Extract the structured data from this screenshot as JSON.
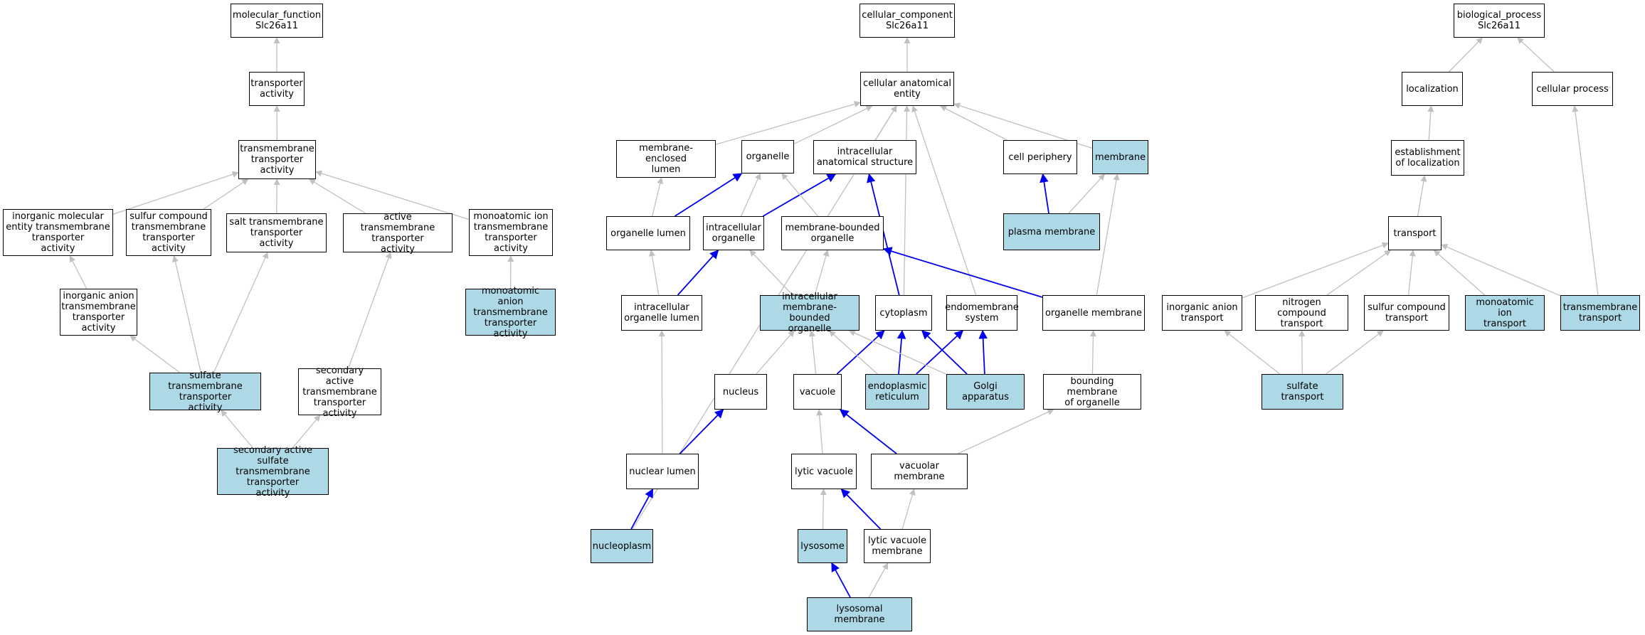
{
  "colors": {
    "highlight": "#add8e6",
    "edge_gray": "#c0c0c0",
    "edge_blue": "#0000ee",
    "border": "#000000"
  },
  "nodes": {
    "mf_root": {
      "label": "molecular_function\nSlc26a11",
      "hl": false
    },
    "transporter_activity": {
      "label": "transporter\nactivity",
      "hl": false
    },
    "transmembrane_transporter_activity": {
      "label": "transmembrane\ntransporter\nactivity",
      "hl": false
    },
    "inorganic_molecular_entity_tt": {
      "label": "inorganic molecular\nentity transmembrane\ntransporter\nactivity",
      "hl": false
    },
    "sulfur_compound_tt": {
      "label": "sulfur compound\ntransmembrane\ntransporter\nactivity",
      "hl": false
    },
    "salt_tt": {
      "label": "salt transmembrane\ntransporter\nactivity",
      "hl": false
    },
    "active_tt": {
      "label": "active transmembrane\ntransporter\nactivity",
      "hl": false
    },
    "monoatomic_ion_tt": {
      "label": "monoatomic ion\ntransmembrane\ntransporter\nactivity",
      "hl": false
    },
    "inorganic_anion_tt": {
      "label": "inorganic anion\ntransmembrane\ntransporter\nactivity",
      "hl": false
    },
    "monoatomic_anion_tt": {
      "label": "monoatomic anion\ntransmembrane\ntransporter\nactivity",
      "hl": true
    },
    "sulfate_tt": {
      "label": "sulfate transmembrane\ntransporter\nactivity",
      "hl": true
    },
    "secondary_active_tt": {
      "label": "secondary active\ntransmembrane\ntransporter\nactivity",
      "hl": false
    },
    "secondary_active_sulfate_tt": {
      "label": "secondary active\nsulfate transmembrane\ntransporter\nactivity",
      "hl": true
    },
    "cc_root": {
      "label": "cellular_component\nSlc26a11",
      "hl": false
    },
    "cellular_anatomical_entity": {
      "label": "cellular anatomical\nentity",
      "hl": false
    },
    "membrane_enclosed_lumen": {
      "label": "membrane-enclosed\nlumen",
      "hl": false
    },
    "organelle": {
      "label": "organelle",
      "hl": false
    },
    "intracellular_anatomical_structure": {
      "label": "intracellular\nanatomical structure",
      "hl": false
    },
    "cell_periphery": {
      "label": "cell periphery",
      "hl": false
    },
    "membrane": {
      "label": "membrane",
      "hl": true
    },
    "organelle_lumen": {
      "label": "organelle lumen",
      "hl": false
    },
    "intracellular_organelle": {
      "label": "intracellular\norganelle",
      "hl": false
    },
    "membrane_bounded_organelle": {
      "label": "membrane-bounded\norganelle",
      "hl": false
    },
    "plasma_membrane": {
      "label": "plasma membrane",
      "hl": true
    },
    "intracellular_organelle_lumen": {
      "label": "intracellular\norganelle lumen",
      "hl": false
    },
    "intracellular_mb_organelle": {
      "label": "intracellular\nmembrane-bounded\norganelle",
      "hl": true
    },
    "cytoplasm": {
      "label": "cytoplasm",
      "hl": false
    },
    "endomembrane_system": {
      "label": "endomembrane\nsystem",
      "hl": false
    },
    "organelle_membrane": {
      "label": "organelle membrane",
      "hl": false
    },
    "nucleus": {
      "label": "nucleus",
      "hl": false
    },
    "vacuole": {
      "label": "vacuole",
      "hl": false
    },
    "endoplasmic_reticulum": {
      "label": "endoplasmic\nreticulum",
      "hl": true
    },
    "golgi_apparatus": {
      "label": "Golgi apparatus",
      "hl": true
    },
    "bounding_membrane_of_organelle": {
      "label": "bounding membrane\nof organelle",
      "hl": false
    },
    "nuclear_lumen": {
      "label": "nuclear lumen",
      "hl": false
    },
    "lytic_vacuole": {
      "label": "lytic vacuole",
      "hl": false
    },
    "vacuolar_membrane": {
      "label": "vacuolar membrane",
      "hl": false
    },
    "nucleoplasm": {
      "label": "nucleoplasm",
      "hl": true
    },
    "lysosome": {
      "label": "lysosome",
      "hl": true
    },
    "lytic_vacuole_membrane": {
      "label": "lytic vacuole\nmembrane",
      "hl": false
    },
    "lysosomal_membrane": {
      "label": "lysosomal membrane",
      "hl": true
    },
    "bp_root": {
      "label": "biological_process\nSlc26a11",
      "hl": false
    },
    "localization": {
      "label": "localization",
      "hl": false
    },
    "cellular_process": {
      "label": "cellular process",
      "hl": false
    },
    "establishment_of_localization": {
      "label": "establishment\nof localization",
      "hl": false
    },
    "transport": {
      "label": "transport",
      "hl": false
    },
    "inorganic_anion_transport": {
      "label": "inorganic anion\ntransport",
      "hl": false
    },
    "nitrogen_compound_transport": {
      "label": "nitrogen compound\ntransport",
      "hl": false
    },
    "sulfur_compound_transport": {
      "label": "sulfur compound\ntransport",
      "hl": false
    },
    "monoatomic_ion_transport": {
      "label": "monoatomic ion\ntransport",
      "hl": true
    },
    "transmembrane_transport": {
      "label": "transmembrane\ntransport",
      "hl": true
    },
    "sulfate_transport": {
      "label": "sulfate transport",
      "hl": true
    }
  },
  "edges": [
    {
      "from": "transporter_activity",
      "to": "mf_root",
      "type": "is_a"
    },
    {
      "from": "transmembrane_transporter_activity",
      "to": "transporter_activity",
      "type": "is_a"
    },
    {
      "from": "inorganic_molecular_entity_tt",
      "to": "transmembrane_transporter_activity",
      "type": "is_a"
    },
    {
      "from": "sulfur_compound_tt",
      "to": "transmembrane_transporter_activity",
      "type": "is_a"
    },
    {
      "from": "salt_tt",
      "to": "transmembrane_transporter_activity",
      "type": "is_a"
    },
    {
      "from": "active_tt",
      "to": "transmembrane_transporter_activity",
      "type": "is_a"
    },
    {
      "from": "monoatomic_ion_tt",
      "to": "transmembrane_transporter_activity",
      "type": "is_a"
    },
    {
      "from": "inorganic_anion_tt",
      "to": "inorganic_molecular_entity_tt",
      "type": "is_a"
    },
    {
      "from": "monoatomic_anion_tt",
      "to": "monoatomic_ion_tt",
      "type": "is_a"
    },
    {
      "from": "sulfate_tt",
      "to": "inorganic_anion_tt",
      "type": "is_a"
    },
    {
      "from": "sulfate_tt",
      "to": "sulfur_compound_tt",
      "type": "is_a"
    },
    {
      "from": "sulfate_tt",
      "to": "salt_tt",
      "type": "is_a"
    },
    {
      "from": "secondary_active_tt",
      "to": "active_tt",
      "type": "is_a"
    },
    {
      "from": "secondary_active_sulfate_tt",
      "to": "sulfate_tt",
      "type": "is_a"
    },
    {
      "from": "secondary_active_sulfate_tt",
      "to": "secondary_active_tt",
      "type": "is_a"
    },
    {
      "from": "cellular_anatomical_entity",
      "to": "cc_root",
      "type": "is_a"
    },
    {
      "from": "membrane_enclosed_lumen",
      "to": "cellular_anatomical_entity",
      "type": "is_a"
    },
    {
      "from": "organelle",
      "to": "cellular_anatomical_entity",
      "type": "is_a"
    },
    {
      "from": "intracellular_anatomical_structure",
      "to": "cellular_anatomical_entity",
      "type": "is_a"
    },
    {
      "from": "cell_periphery",
      "to": "cellular_anatomical_entity",
      "type": "is_a"
    },
    {
      "from": "membrane",
      "to": "cellular_anatomical_entity",
      "type": "is_a"
    },
    {
      "from": "nucleoplasm",
      "to": "cellular_anatomical_entity",
      "type": "is_a"
    },
    {
      "from": "cytoplasm",
      "to": "cellular_anatomical_entity",
      "type": "is_a"
    },
    {
      "from": "endomembrane_system",
      "to": "cellular_anatomical_entity",
      "type": "is_a"
    },
    {
      "from": "organelle_lumen",
      "to": "membrane_enclosed_lumen",
      "type": "is_a"
    },
    {
      "from": "organelle_lumen",
      "to": "organelle",
      "type": "part_of"
    },
    {
      "from": "intracellular_organelle",
      "to": "organelle",
      "type": "is_a"
    },
    {
      "from": "intracellular_organelle",
      "to": "intracellular_anatomical_structure",
      "type": "part_of"
    },
    {
      "from": "membrane_bounded_organelle",
      "to": "organelle",
      "type": "is_a"
    },
    {
      "from": "plasma_membrane",
      "to": "cell_periphery",
      "type": "part_of"
    },
    {
      "from": "plasma_membrane",
      "to": "membrane",
      "type": "is_a"
    },
    {
      "from": "intracellular_organelle_lumen",
      "to": "organelle_lumen",
      "type": "is_a"
    },
    {
      "from": "intracellular_organelle_lumen",
      "to": "intracellular_organelle",
      "type": "part_of"
    },
    {
      "from": "intracellular_mb_organelle",
      "to": "intracellular_organelle",
      "type": "is_a"
    },
    {
      "from": "intracellular_mb_organelle",
      "to": "membrane_bounded_organelle",
      "type": "is_a"
    },
    {
      "from": "cytoplasm",
      "to": "intracellular_anatomical_structure",
      "type": "part_of"
    },
    {
      "from": "organelle_membrane",
      "to": "membrane_bounded_organelle",
      "type": "part_of"
    },
    {
      "from": "organelle_membrane",
      "to": "membrane",
      "type": "is_a"
    },
    {
      "from": "nucleus",
      "to": "intracellular_mb_organelle",
      "type": "is_a"
    },
    {
      "from": "vacuole",
      "to": "intracellular_mb_organelle",
      "type": "is_a"
    },
    {
      "from": "vacuole",
      "to": "cytoplasm",
      "type": "part_of"
    },
    {
      "from": "endoplasmic_reticulum",
      "to": "intracellular_mb_organelle",
      "type": "is_a"
    },
    {
      "from": "endoplasmic_reticulum",
      "to": "cytoplasm",
      "type": "part_of"
    },
    {
      "from": "endoplasmic_reticulum",
      "to": "endomembrane_system",
      "type": "part_of"
    },
    {
      "from": "golgi_apparatus",
      "to": "intracellular_mb_organelle",
      "type": "is_a"
    },
    {
      "from": "golgi_apparatus",
      "to": "cytoplasm",
      "type": "part_of"
    },
    {
      "from": "golgi_apparatus",
      "to": "endomembrane_system",
      "type": "part_of"
    },
    {
      "from": "bounding_membrane_of_organelle",
      "to": "organelle_membrane",
      "type": "is_a"
    },
    {
      "from": "nuclear_lumen",
      "to": "intracellular_organelle_lumen",
      "type": "is_a"
    },
    {
      "from": "nuclear_lumen",
      "to": "nucleus",
      "type": "part_of"
    },
    {
      "from": "lytic_vacuole",
      "to": "vacuole",
      "type": "is_a"
    },
    {
      "from": "vacuolar_membrane",
      "to": "bounding_membrane_of_organelle",
      "type": "is_a"
    },
    {
      "from": "vacuolar_membrane",
      "to": "vacuole",
      "type": "part_of"
    },
    {
      "from": "nucleoplasm",
      "to": "nuclear_lumen",
      "type": "part_of"
    },
    {
      "from": "lysosome",
      "to": "lytic_vacuole",
      "type": "is_a"
    },
    {
      "from": "lytic_vacuole_membrane",
      "to": "vacuolar_membrane",
      "type": "is_a"
    },
    {
      "from": "lytic_vacuole_membrane",
      "to": "lytic_vacuole",
      "type": "part_of"
    },
    {
      "from": "lysosomal_membrane",
      "to": "lytic_vacuole_membrane",
      "type": "is_a"
    },
    {
      "from": "lysosomal_membrane",
      "to": "lysosome",
      "type": "part_of"
    },
    {
      "from": "localization",
      "to": "bp_root",
      "type": "is_a"
    },
    {
      "from": "cellular_process",
      "to": "bp_root",
      "type": "is_a"
    },
    {
      "from": "establishment_of_localization",
      "to": "localization",
      "type": "is_a"
    },
    {
      "from": "transport",
      "to": "establishment_of_localization",
      "type": "is_a"
    },
    {
      "from": "inorganic_anion_transport",
      "to": "transport",
      "type": "is_a"
    },
    {
      "from": "nitrogen_compound_transport",
      "to": "transport",
      "type": "is_a"
    },
    {
      "from": "sulfur_compound_transport",
      "to": "transport",
      "type": "is_a"
    },
    {
      "from": "monoatomic_ion_transport",
      "to": "transport",
      "type": "is_a"
    },
    {
      "from": "transmembrane_transport",
      "to": "transport",
      "type": "is_a"
    },
    {
      "from": "transmembrane_transport",
      "to": "cellular_process",
      "type": "is_a"
    },
    {
      "from": "sulfate_transport",
      "to": "inorganic_anion_transport",
      "type": "is_a"
    },
    {
      "from": "sulfate_transport",
      "to": "nitrogen_compound_transport",
      "type": "is_a"
    },
    {
      "from": "sulfate_transport",
      "to": "sulfur_compound_transport",
      "type": "is_a"
    }
  ]
}
